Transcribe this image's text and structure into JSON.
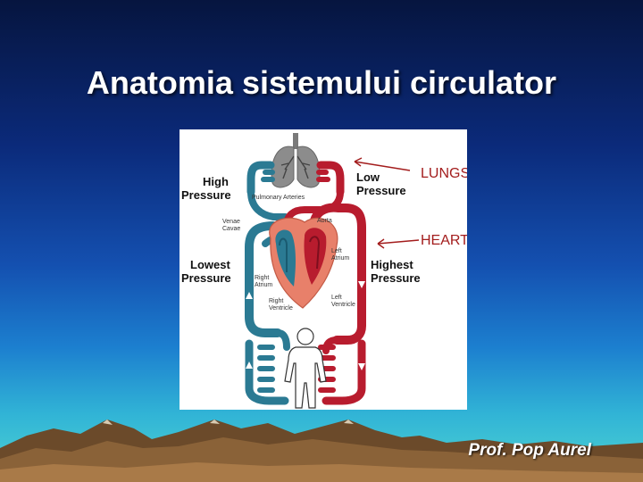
{
  "slide": {
    "title": "Anatomia sistemului circulator",
    "author": "Prof. Pop Aurel"
  },
  "diagram": {
    "callouts": {
      "lungs": "LUNGS",
      "heart": "HEART"
    },
    "left_labels": {
      "high_pressure": [
        "High",
        "Pressure"
      ],
      "lowest_pressure": [
        "Lowest",
        "Pressure"
      ]
    },
    "right_labels": {
      "low_pressure": [
        "Low",
        "Pressure"
      ],
      "highest_pressure": [
        "Highest",
        "Pressure"
      ]
    },
    "small_labels": {
      "pulmonary_arteries": "Pulmonary Arteries",
      "venae_cavae": [
        "Venae",
        "Cavae"
      ],
      "aorta": "Aorta",
      "left_atrium": [
        "Left",
        "Atrium"
      ],
      "right_atrium": [
        "Right",
        "Atrium"
      ],
      "right_ventricle": [
        "Right",
        "Ventricle"
      ],
      "left_ventricle": [
        "Left",
        "Ventricle"
      ]
    },
    "colors": {
      "deoxygenated": "#2b7a93",
      "oxygenated": "#b81c2e",
      "heart": "#e8806a",
      "lungs": "#8c8c8c",
      "callout": "#a31d1d"
    }
  }
}
